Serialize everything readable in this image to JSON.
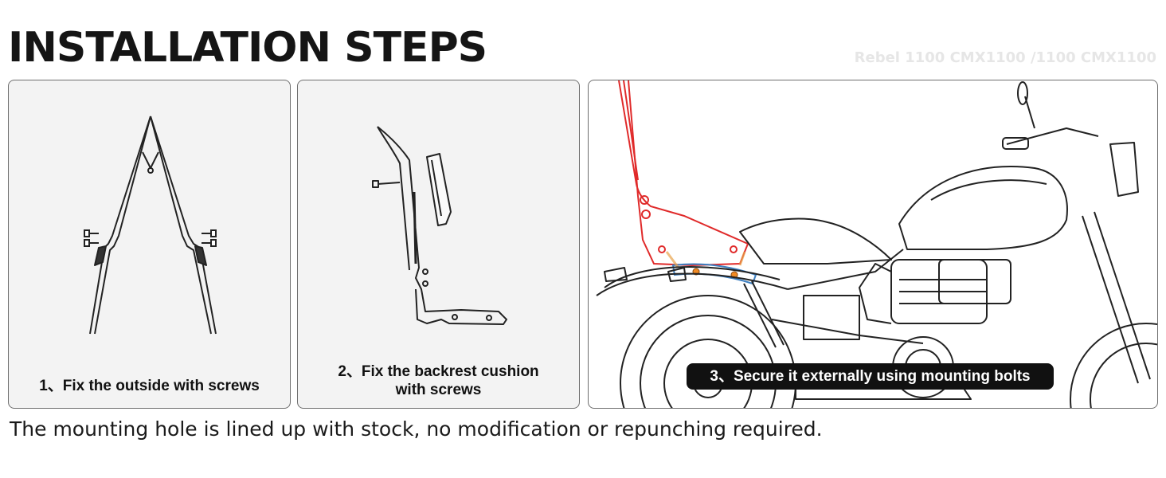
{
  "header": {
    "title": "INSTALLATION STEPS",
    "watermark": "Rebel 1100 CMX1100 /1100 CMX1100"
  },
  "steps": [
    {
      "caption": "1、Fix the outside with screws"
    },
    {
      "caption_line1": "2、Fix the backrest cushion",
      "caption_line2": "with screws"
    },
    {
      "caption": "3、Secure it externally using mounting bolts"
    }
  ],
  "footer": {
    "note": "The mounting hole is lined up with stock, no modification or repunching required."
  },
  "colors": {
    "highlight_part": "#e02a2a",
    "mount_bracket": "#3d7fc0",
    "mount_bolts": "#f08a24",
    "panel_bg": "#f3f3f3"
  }
}
